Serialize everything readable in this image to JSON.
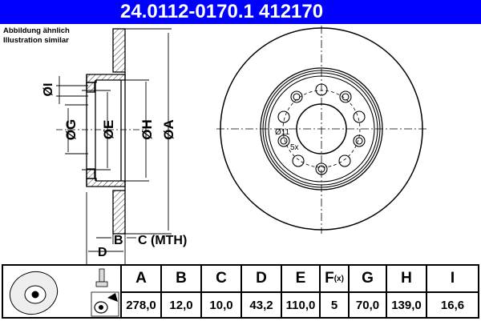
{
  "header": {
    "part_number": "24.0112-0170.1",
    "reference": "412170",
    "background_color": "#0000ff"
  },
  "note": {
    "line1": "Abbildung ähnlich",
    "line2": "Illustration similar"
  },
  "drawing": {
    "labels": {
      "I": "ØI",
      "G": "ØG",
      "E": "ØE",
      "H": "ØH",
      "A": "ØA",
      "B": "B",
      "C": "C (MTH)",
      "D": "D",
      "hole_dia": "Ø11",
      "hole_count": "5x"
    }
  },
  "table": {
    "icons": [
      "brake-disc-icon",
      "bolt-icon",
      "wheel-hub-icon"
    ],
    "columns": [
      {
        "key": "A",
        "label": "A",
        "value": "278,0"
      },
      {
        "key": "B",
        "label": "B",
        "value": "12,0"
      },
      {
        "key": "C",
        "label": "C",
        "value": "10,0"
      },
      {
        "key": "D",
        "label": "D",
        "value": "43,2"
      },
      {
        "key": "E",
        "label": "E",
        "value": "110,0"
      },
      {
        "key": "F",
        "label": "F",
        "label_sub": "(x)",
        "value": "5"
      },
      {
        "key": "G",
        "label": "G",
        "value": "70,0"
      },
      {
        "key": "H",
        "label": "H",
        "value": "139,0"
      },
      {
        "key": "I",
        "label": "I",
        "value": "16,6"
      }
    ]
  }
}
